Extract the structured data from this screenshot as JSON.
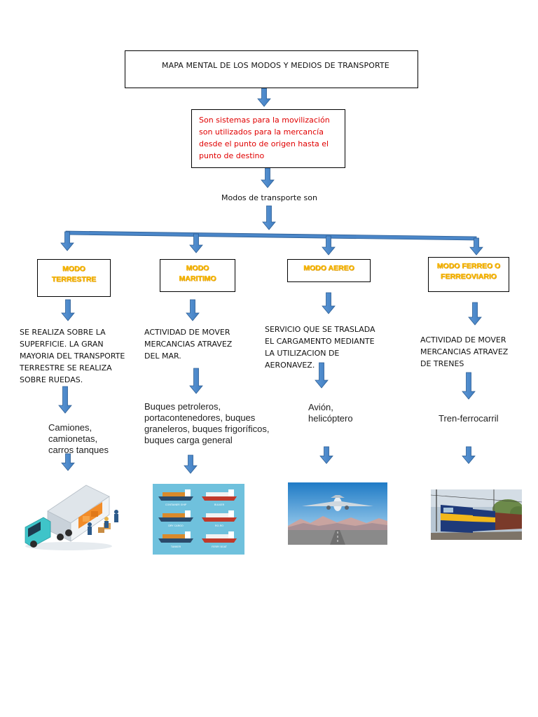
{
  "title": "MAPA MENTAL DE LOS MODOS Y MEDIOS DE TRANSPORTE",
  "definition": "Son sistemas para la movilización son utilizados para la mercancía desde el punto de origen hasta el punto de destino",
  "modes_label": "Modos  de transporte son",
  "colors": {
    "arrow": "#4a86c8",
    "arrow_border": "#2e5f95",
    "mode_text": "#f6b800",
    "definition_text": "#e00000"
  },
  "modes": [
    {
      "title_line1": "MODO",
      "title_line2": "TERRESTRE",
      "description": "SE REALIZA SOBRE LA SUPERFICIE. LA GRAN MAYORIA DEL TRANSPORTE TERRESTRE SE REALIZA SOBRE RUEDAS.",
      "means": "Camiones, camionetas, carros tanques",
      "image": "truck-illustration"
    },
    {
      "title_line1": "MODO",
      "title_line2": "MARITIMO",
      "description": "ACTIVIDAD DE MOVER MERCANCIAS ATRAVEZ DEL MAR.",
      "means": "Buques petroleros, portacontenedores, buques graneleros, buques frigoríficos, buques carga general",
      "image": "ships-illustration",
      "ship_labels": [
        "CONTAINER SHIP",
        "BULKER",
        "DRY CARGO",
        "RO-RO",
        "TANKER",
        "FERRY BOAT"
      ]
    },
    {
      "title_line1": "MODO AEREO",
      "title_line2": "",
      "description": "SERVICIO QUE SE TRASLADA EL CARGAMENTO MEDIANTE LA UTILIZACION DE AERONAVEZ.",
      "means": "Avión, helicóptero",
      "image": "airplane-photo"
    },
    {
      "title_line1": "MODO FERREO O",
      "title_line2": "FERREOVIARIO",
      "description": "ACTIVIDAD DE MOVER MERCANCIAS ATRAVEZ DE TRENES",
      "means": "Tren-ferrocarril",
      "image": "train-photo"
    }
  ]
}
